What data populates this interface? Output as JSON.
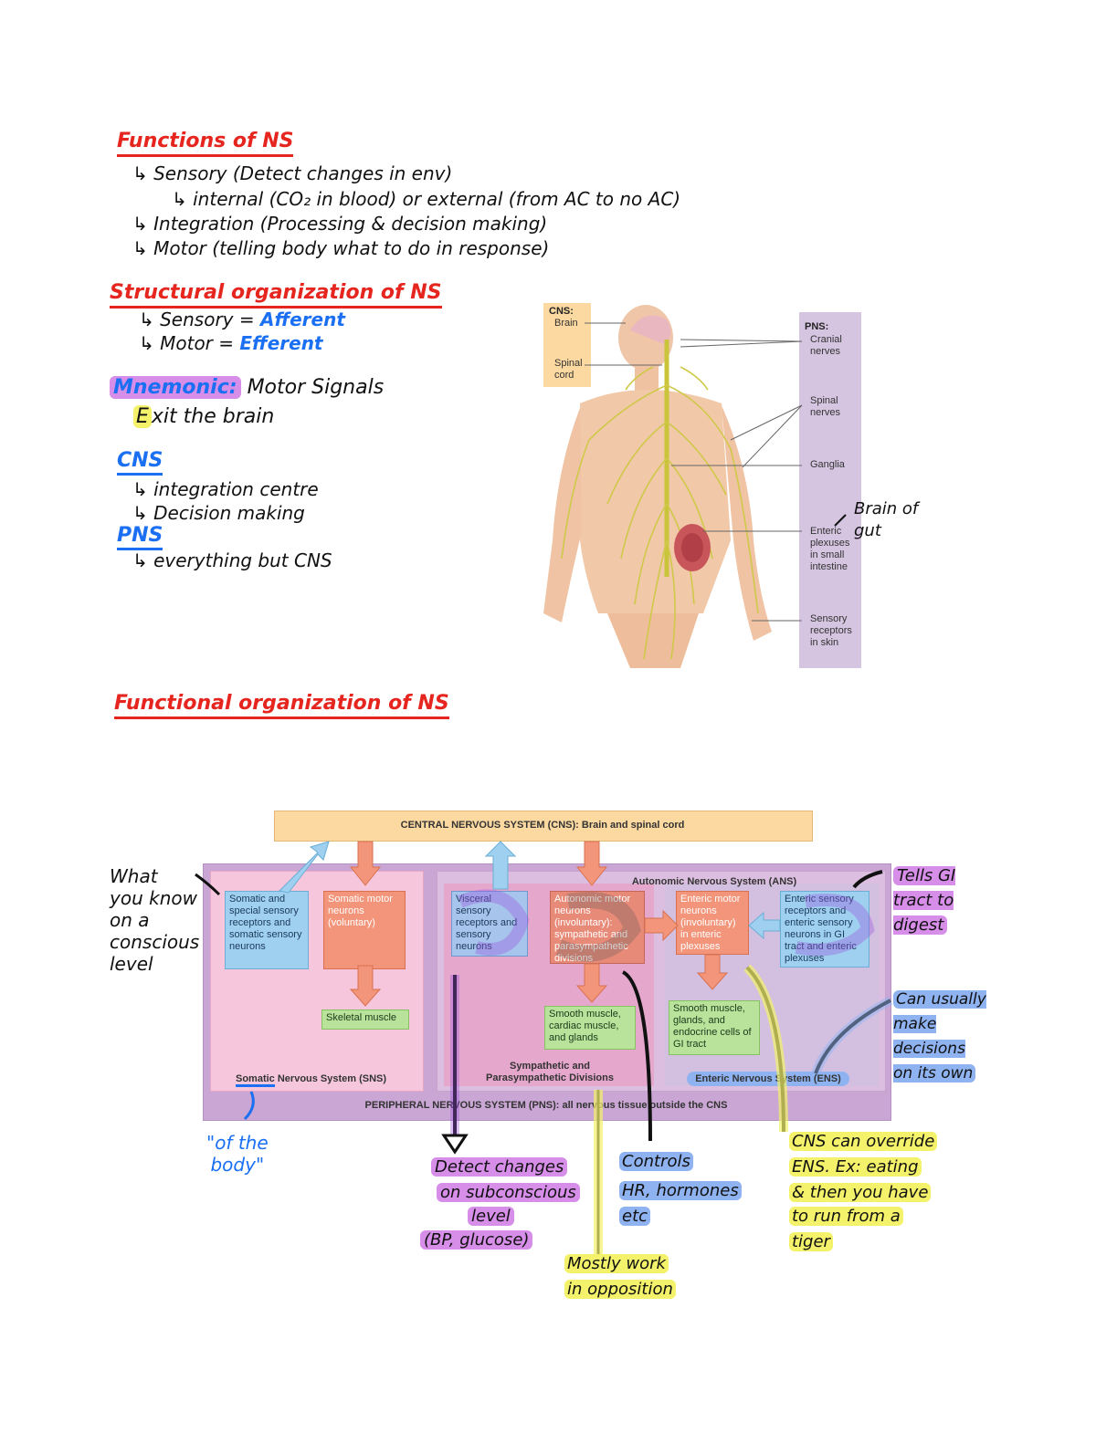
{
  "functions": {
    "heading": "Functions of NS",
    "l1": "↳ Sensory (Detect changes in env)",
    "l2": "↳ internal (CO₂ in blood) or external (from AC to no AC)",
    "l3": "↳ Integration (Processing & decision making)",
    "l4": "↳ Motor (telling body what to do in response)"
  },
  "structural": {
    "heading": "Structural organization of NS",
    "sensory_label": "↳ Sensory =",
    "sensory_val": "Afferent",
    "motor_label": "↳ Motor =",
    "motor_val": "Efferent",
    "mnemonic_label": "Mnemonic:",
    "mnemonic_text": "Motor Signals",
    "exit_e": "E",
    "exit_rest": "xit the brain",
    "cns_heading": "CNS",
    "cns_l1": "↳ integration centre",
    "cns_l2": "↳ Decision making",
    "pns_heading": "PNS",
    "pns_l1": "↳ everything but CNS"
  },
  "anatomy": {
    "cns_title": "CNS:",
    "brain": "Brain",
    "spinal_cord": "Spinal\ncord",
    "pns_title": "PNS:",
    "cranial": "Cranial\nnerves",
    "spinal_nerves": "Spinal\nnerves",
    "ganglia": "Ganglia",
    "enteric": "Enteric\nplexuses\nin small\nintestine",
    "sensory": "Sensory\nreceptors\nin skin",
    "note": "Brain of\ngut"
  },
  "functional": {
    "heading": "Functional organization of NS"
  },
  "diagram": {
    "cns_bar": "CENTRAL NERVOUS SYSTEM (CNS): Brain and spinal cord",
    "ans_title": "Autonomic Nervous System (ANS)",
    "somatic_sensory": "Somatic and special sensory receptors and somatic sensory neurons",
    "somatic_motor": "Somatic motor neurons (voluntary)",
    "skeletal": "Skeletal muscle",
    "sns_prefix": "Somatic",
    "sns_rest": " Nervous System (SNS)",
    "visceral": "Visceral sensory receptors and sensory neurons",
    "autonomic_motor": "Autonomic motor neurons (involuntary): sympathetic and parasympathetic divisions",
    "smooth1": "Smooth muscle, cardiac muscle, and glands",
    "symp_para": "Sympathetic and\nParasympathetic Divisions",
    "enteric_motor": "Enteric motor neurons (involuntary) in enteric plexuses",
    "enteric_sensory": "Enteric sensory receptors and enteric sensory neurons in GI tract and enteric plexuses",
    "smooth2": "Smooth muscle, glands, and endocrine cells of GI tract",
    "ens": "Enteric Nervous System (ENS)",
    "pns_bar": "PERIPHERAL NERVOUS SYSTEM (PNS): all nervous tissue outside the CNS"
  },
  "notes": {
    "what_you_know": "What\nyou know\non a\nconscious\nlevel",
    "of_the_body": "\"of the\nbody\"",
    "tells_gi": "Tells GI\ntract to\ndigest",
    "can_usually": "Can usually\nmake\ndecisions\non its own",
    "detect1": "Detect changes",
    "detect2": "on subconscious",
    "detect3": "level",
    "detect4": "(BP, glucose)",
    "controls1": "Controls",
    "controls2": "HR, hormones",
    "controls3": "etc",
    "mostly1": "Mostly work",
    "mostly2": "in opposition",
    "cns_override1": "CNS can override",
    "cns_override2": "ENS. Ex: eating",
    "cns_override3": "& then you have",
    "cns_override4": "to run from a",
    "cns_override5": "tiger"
  }
}
